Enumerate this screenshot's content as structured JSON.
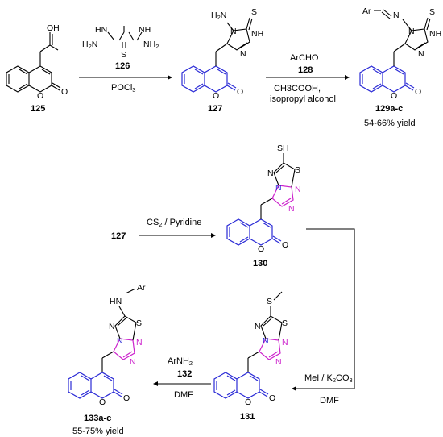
{
  "reagents": {
    "r126_N1": "N",
    "r126_N2": "N",
    "r126_N3": "N",
    "r126_N4": "N",
    "r126_H": "H",
    "r126_H2a": "H",
    "r126_H2b": "H",
    "r126_2a": "2",
    "r126_2b": "2",
    "r126_S": "S",
    "pocl": "POCl",
    "pocl_sub": "3",
    "archo": "ArCHO",
    "ch3cooh": "CH3COOH,",
    "isopropyl": "isopropyl alcohol",
    "cs2": "CS",
    "cs2_sub": "2",
    "pyridine": " / Pyridine",
    "mei": "MeI / K",
    "k2co3_sub": "2",
    "co3": "CO",
    "co3_sub": "3",
    "dmf1": "DMF",
    "arnh2": "ArNH",
    "arnh2_sub": "2",
    "dmf2": "DMF"
  },
  "numbers": {
    "c125": "125",
    "c126": "126",
    "c127": "127",
    "c128": "128",
    "c129": "129a-c",
    "c127b": "127",
    "c130": "130",
    "c131": "131",
    "c132": "132",
    "c133": "133a-c"
  },
  "yields": {
    "y129": "54-66% yield",
    "y133": "55-75% yield"
  },
  "atoms": {
    "O": "O",
    "OH": "OH",
    "H2N": "H",
    "H2N_2": "2",
    "H2N_N": "N",
    "N": "N",
    "NH": "NH",
    "S": "S",
    "SH": "SH",
    "Ar": "Ar",
    "HN": "HN"
  }
}
